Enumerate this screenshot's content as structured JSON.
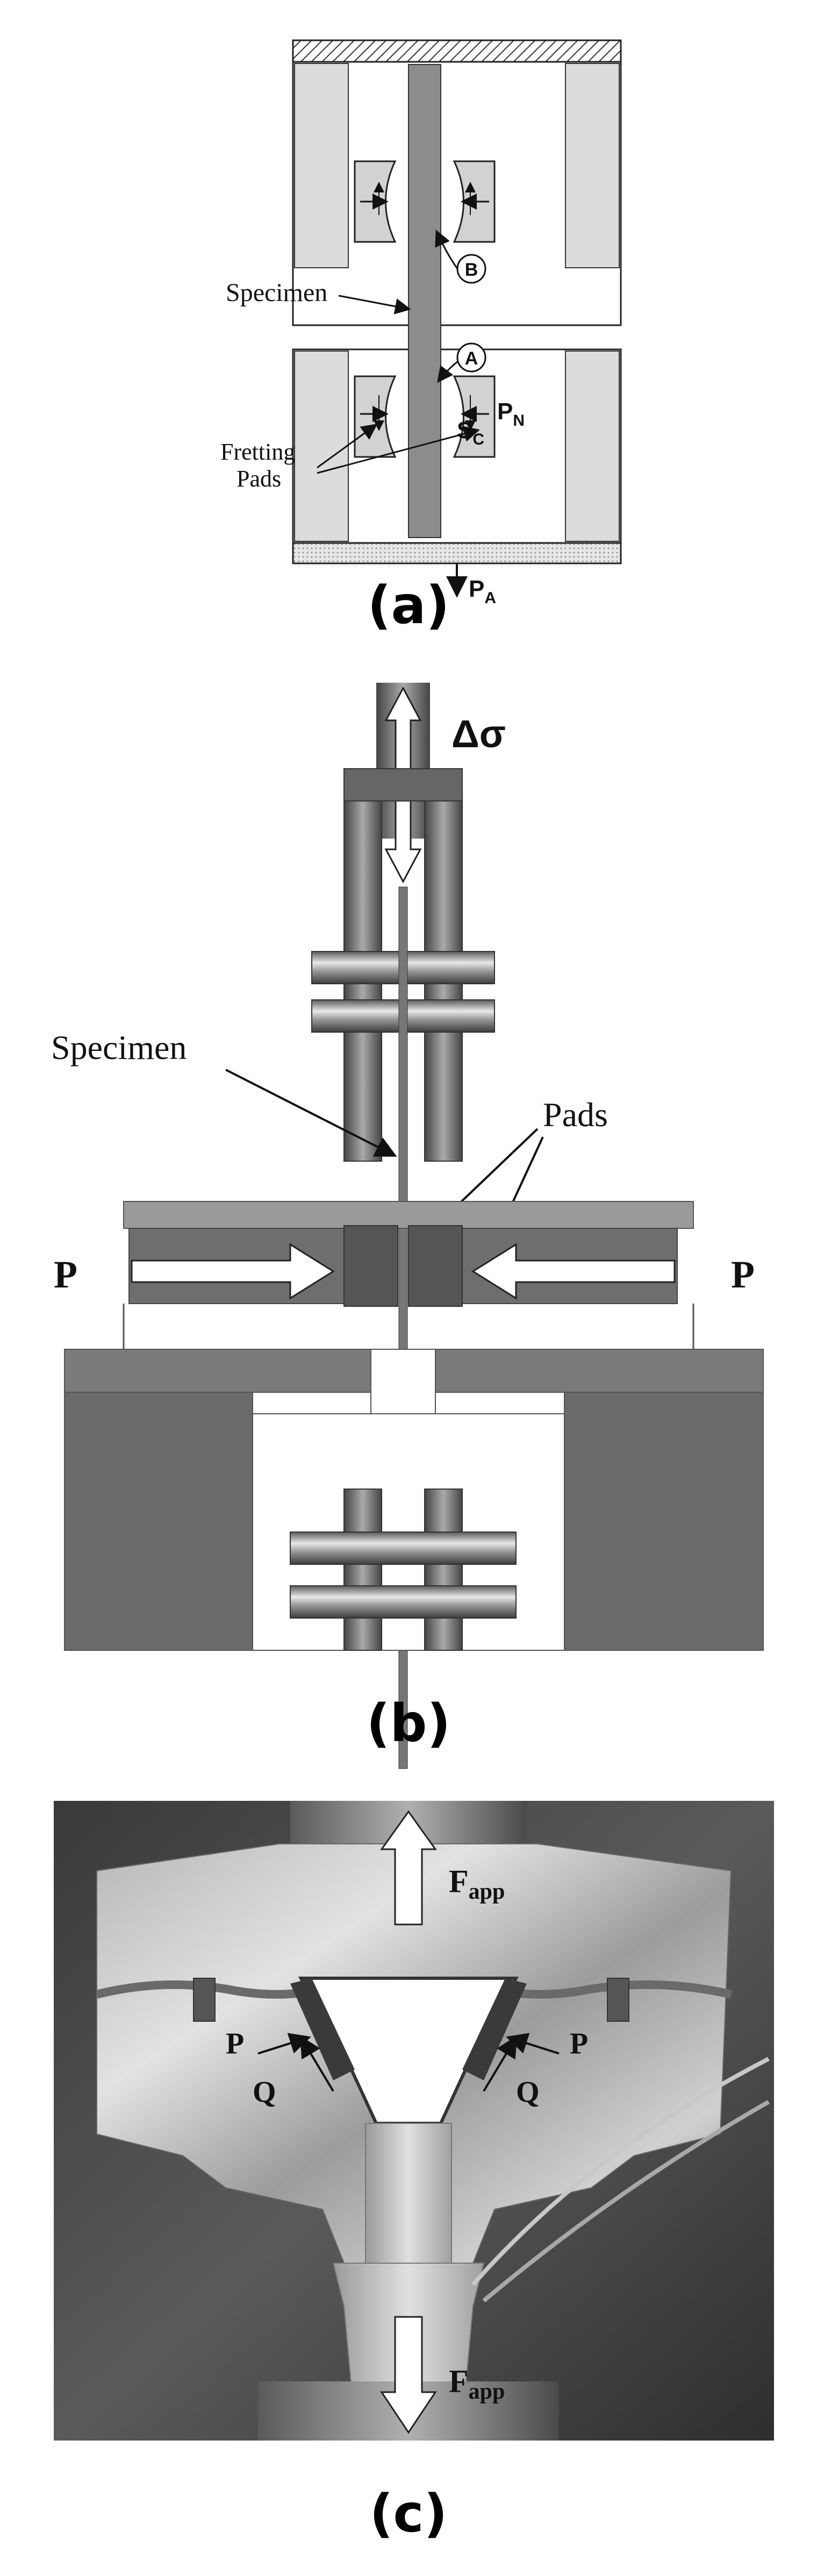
{
  "panel_a": {
    "label_specimen": "Specimen",
    "label_fretting": "Fretting",
    "label_pads": "Pads",
    "marker_b": "B",
    "marker_a": "A",
    "label_pn_main": "P",
    "label_pn_sub": "N",
    "label_sc_main": "S",
    "label_sc_sub": "C",
    "label_pa_main": "P",
    "label_pa_sub": "A",
    "caption": "(a)"
  },
  "panel_b": {
    "label_delta_sigma": "Δσ",
    "label_specimen": "Specimen",
    "label_pads": "Pads",
    "label_p_left": "P",
    "label_p_right": "P",
    "caption": "(b)"
  },
  "panel_c": {
    "label_fapp_top_main": "F",
    "label_fapp_top_sub": "app",
    "label_fapp_bottom_main": "F",
    "label_fapp_bottom_sub": "app",
    "label_p_left": "P",
    "label_q_left": "Q",
    "label_p_right": "P",
    "label_q_right": "Q",
    "caption": "(c)"
  }
}
